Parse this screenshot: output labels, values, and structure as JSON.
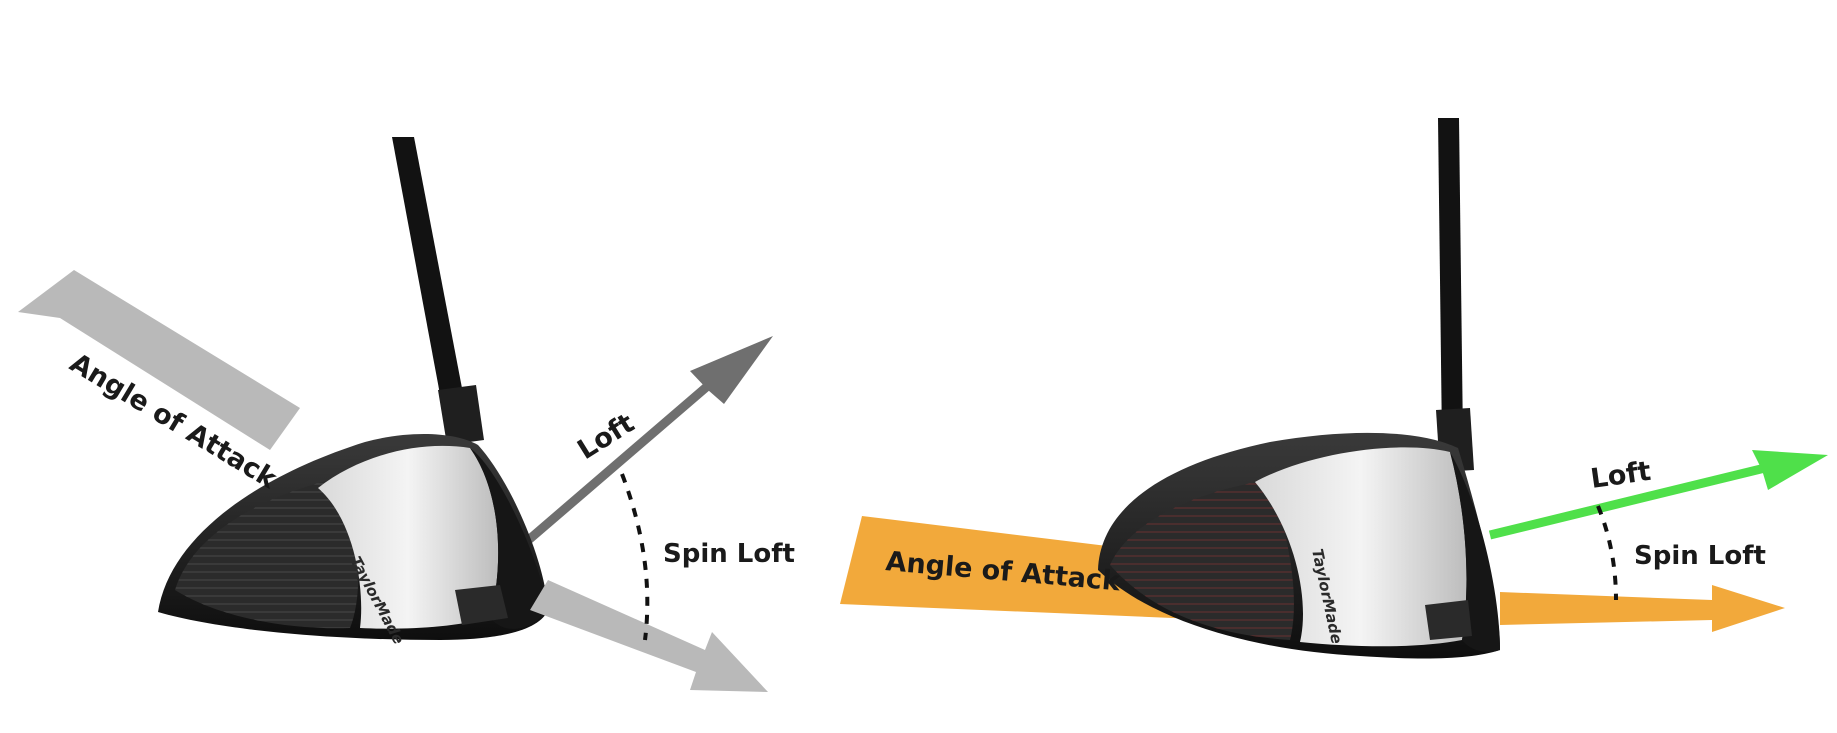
{
  "diagrams": [
    {
      "labels": {
        "angle_of_attack": "Angle of Attack",
        "loft": "Loft",
        "spin_loft": "Spin Loft",
        "brand": "TaylorMade"
      },
      "colors": {
        "attack_arrow": "#b9b9b9",
        "loft_arrow": "#6f6f6f",
        "text": "#1a1a1a"
      }
    },
    {
      "labels": {
        "angle_of_attack": "Angle of Attack",
        "loft": "Loft",
        "spin_loft": "Spin Loft",
        "brand": "TaylorMade"
      },
      "colors": {
        "attack_arrow": "#f2a93b",
        "loft_arrow": "#4fe04a",
        "text": "#1a1a1a"
      }
    }
  ]
}
